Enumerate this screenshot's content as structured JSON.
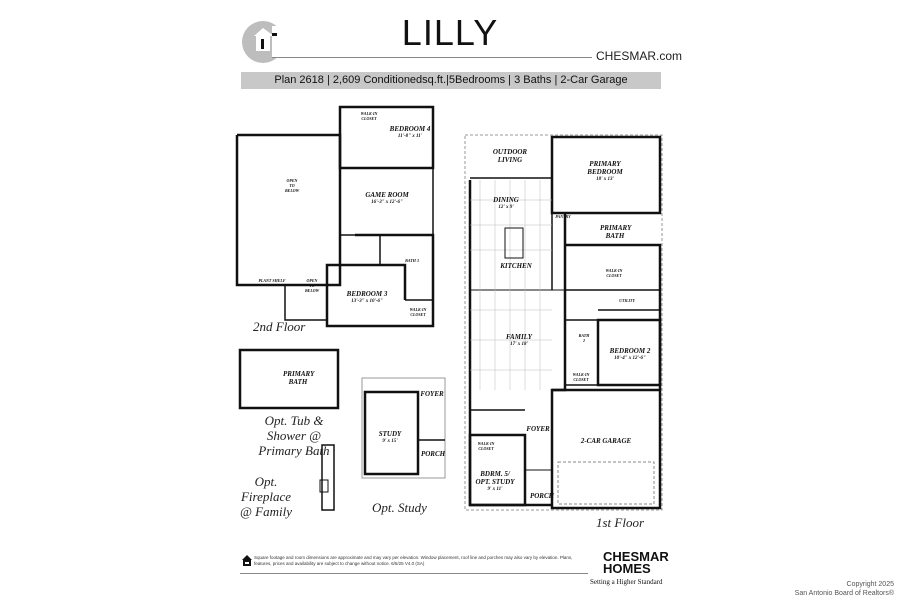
{
  "header": {
    "title": "LILLY",
    "website": "CHESMAR.com",
    "summary": "Plan 2618 | 2,609 Conditionedsq.ft.|5Bedrooms | 3 Baths | 2-Car Garage",
    "logo_icon": "chesmar-house-logo"
  },
  "second_floor": {
    "caption": "2nd Floor",
    "rooms": [
      {
        "label": "BEDROOM 4",
        "dims": "11'-8\" x 11'"
      },
      {
        "label": "GAME ROOM",
        "dims": "16'-3\" x 12'-6\""
      },
      {
        "label": "BEDROOM 3",
        "dims": "13'-3\" x 10'-6\""
      },
      {
        "label": "BATH 3",
        "dims": ""
      },
      {
        "label": "OPEN TO BELOW",
        "dims": ""
      },
      {
        "label": "OPEN TO BELOW",
        "dims": ""
      },
      {
        "label": "PLANT SHELF",
        "dims": ""
      },
      {
        "label": "WALK-IN CLOSET",
        "dims": ""
      },
      {
        "label": "WALK-IN CLOSET",
        "dims": ""
      }
    ]
  },
  "first_floor": {
    "caption": "1st Floor",
    "rooms": [
      {
        "label": "OUTDOOR LIVING",
        "dims": ""
      },
      {
        "label": "PRIMARY BEDROOM",
        "dims": "18' x 13'"
      },
      {
        "label": "DINING",
        "dims": "12' x 9'"
      },
      {
        "label": "KITCHEN",
        "dims": ""
      },
      {
        "label": "PANTRY",
        "dims": ""
      },
      {
        "label": "PRIMARY BATH",
        "dims": ""
      },
      {
        "label": "WALK-IN CLOSET",
        "dims": ""
      },
      {
        "label": "UTILITY",
        "dims": ""
      },
      {
        "label": "FAMILY",
        "dims": "17' x 18'"
      },
      {
        "label": "BATH 2",
        "dims": ""
      },
      {
        "label": "BEDROOM 2",
        "dims": "10'-4\" x 12'-6\""
      },
      {
        "label": "WALK-IN CLOSET",
        "dims": ""
      },
      {
        "label": "FOYER",
        "dims": ""
      },
      {
        "label": "2-CAR GARAGE",
        "dims": ""
      },
      {
        "label": "WALK-IN CLOSET",
        "dims": ""
      },
      {
        "label": "BDRM. 5/ OPT. STUDY",
        "dims": "9' x 11'"
      },
      {
        "label": "PORCH",
        "dims": ""
      }
    ]
  },
  "options": [
    {
      "caption": "Opt. Tub & Shower @ Primary Bath",
      "room": "PRIMARY BATH"
    },
    {
      "caption": "Opt. Fireplace @ Family"
    },
    {
      "caption": "Opt. Study",
      "rooms": [
        {
          "label": "STUDY",
          "dims": "9' x 15'"
        },
        {
          "label": "FOYER"
        },
        {
          "label": "PORCH"
        }
      ]
    }
  ],
  "footer": {
    "disclaimer": "Square footage and room dimensions are approximate and may vary per elevation. Window placement, roof line and porches may also vary by elevation. Plans, features, prices and availability are subject to change without notice. 6/5/25 V4.0 (SA)",
    "equal_housing_icon": "equal-housing-icon",
    "brand_line1": "CHESMAR",
    "brand_line2": "HOMES",
    "tagline": "Setting a Higher Standard",
    "copyright_line1": "Copyright 2025",
    "copyright_line2": "San Antonio Board of Realtors®"
  }
}
